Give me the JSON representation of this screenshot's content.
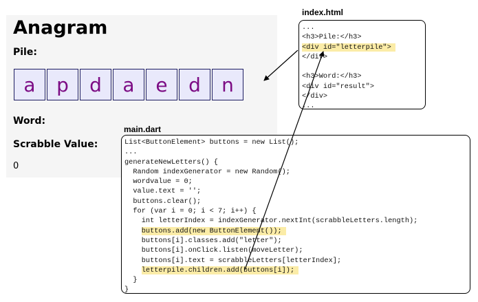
{
  "app": {
    "title": "Anagram",
    "pile_label": "Pile:",
    "letters": [
      "a",
      "p",
      "d",
      "a",
      "e",
      "d",
      "n"
    ],
    "word_label": "Word:",
    "scrabble_label": "Scrabble Value:",
    "scrabble_value": "0"
  },
  "html_file": {
    "name": "index.html",
    "lines": [
      "...",
      "<h3>Pile:</h3>",
      "<div id=\"letterpile\">",
      "</div>",
      "",
      "<h3>Word:</h3>",
      "<div id=\"result\">",
      "</div>",
      "..."
    ],
    "highlighted": [
      2
    ]
  },
  "dart_file": {
    "name": "main.dart",
    "lines": [
      "List<ButtonElement> buttons = new List();",
      "...",
      "generateNewLetters() {",
      "  Random indexGenerator = new Random();",
      "  wordvalue = 0;",
      "  value.text = '';",
      "  buttons.clear();",
      "  for (var i = 0; i < 7; i++) {",
      "    int letterIndex = indexGenerator.nextInt(scrabbleLetters.length);",
      "    buttons.add(new ButtonElement());",
      "    buttons[i].classes.add(\"letter\");",
      "    buttons[i].onClick.listen(moveLetter);",
      "    buttons[i].text = scrabbleLetters[letterIndex];",
      "    letterpile.children.add(buttons[i]);",
      "  }",
      "}"
    ],
    "highlighted": [
      9,
      13
    ]
  },
  "colors": {
    "highlight": "#fbeca7",
    "tile_bg": "#e9e9fb",
    "tile_text": "#7c0c84",
    "panel_bg": "#f5f5f5"
  }
}
